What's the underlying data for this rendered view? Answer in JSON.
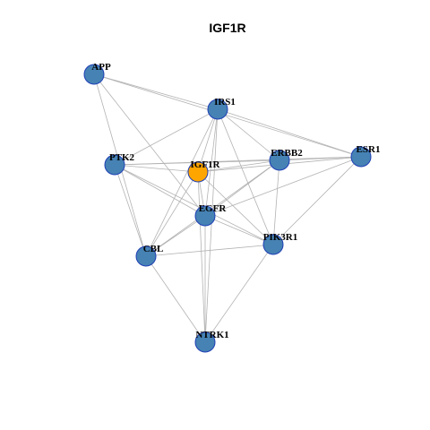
{
  "title": "IGF1R",
  "colors": {
    "node_default": "#4682b4",
    "node_focus": "#ffa500",
    "node_border": "#1f3fb5",
    "edge": "#b3b3b3"
  },
  "network": {
    "nodes": [
      {
        "id": "APP",
        "label": "APP",
        "focus": false
      },
      {
        "id": "IRS1",
        "label": "IRS1",
        "focus": false
      },
      {
        "id": "PTK2",
        "label": "PTK2",
        "focus": false
      },
      {
        "id": "IGF1R",
        "label": "IGF1R",
        "focus": true
      },
      {
        "id": "ERBB2",
        "label": "ERBB2",
        "focus": false
      },
      {
        "id": "ESR1",
        "label": "ESR1",
        "focus": false
      },
      {
        "id": "EGFR",
        "label": "EGFR",
        "focus": false
      },
      {
        "id": "PIK3R1",
        "label": "PIK3R1",
        "focus": false
      },
      {
        "id": "CBL",
        "label": "CBL",
        "focus": false
      },
      {
        "id": "NTRK1",
        "label": "NTRK1",
        "focus": false
      }
    ],
    "edges": [
      [
        "APP",
        "IRS1"
      ],
      [
        "APP",
        "EGFR"
      ],
      [
        "APP",
        "CBL"
      ],
      [
        "APP",
        "ESR1"
      ],
      [
        "IRS1",
        "PTK2"
      ],
      [
        "IRS1",
        "ESR1"
      ],
      [
        "IRS1",
        "ERBB2"
      ],
      [
        "IRS1",
        "EGFR"
      ],
      [
        "IRS1",
        "PIK3R1"
      ],
      [
        "IRS1",
        "CBL"
      ],
      [
        "IRS1",
        "IGF1R"
      ],
      [
        "IRS1",
        "NTRK1"
      ],
      [
        "PTK2",
        "ERBB2"
      ],
      [
        "PTK2",
        "ESR1"
      ],
      [
        "PTK2",
        "EGFR"
      ],
      [
        "PTK2",
        "PIK3R1"
      ],
      [
        "PTK2",
        "CBL"
      ],
      [
        "PTK2",
        "IGF1R"
      ],
      [
        "IGF1R",
        "ERBB2"
      ],
      [
        "IGF1R",
        "EGFR"
      ],
      [
        "IGF1R",
        "PIK3R1"
      ],
      [
        "IGF1R",
        "CBL"
      ],
      [
        "IGF1R",
        "NTRK1"
      ],
      [
        "IGF1R",
        "ESR1"
      ],
      [
        "ERBB2",
        "ESR1"
      ],
      [
        "ERBB2",
        "EGFR"
      ],
      [
        "ERBB2",
        "PIK3R1"
      ],
      [
        "ERBB2",
        "CBL"
      ],
      [
        "ESR1",
        "EGFR"
      ],
      [
        "ESR1",
        "PIK3R1"
      ],
      [
        "EGFR",
        "PIK3R1"
      ],
      [
        "EGFR",
        "CBL"
      ],
      [
        "EGFR",
        "NTRK1"
      ],
      [
        "PIK3R1",
        "CBL"
      ],
      [
        "PIK3R1",
        "NTRK1"
      ],
      [
        "CBL",
        "NTRK1"
      ]
    ]
  }
}
